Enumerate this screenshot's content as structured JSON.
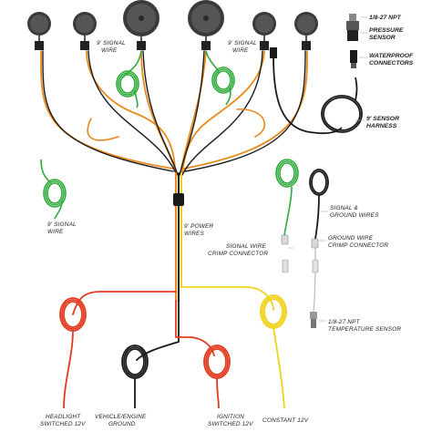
{
  "labels": {
    "signal_wire_left_top": [
      "9' SIGNAL",
      "WIRE"
    ],
    "signal_wire_right_top": [
      "9' SIGNAL",
      "WIRE"
    ],
    "signal_wire_left_mid": [
      "9' SIGNAL",
      "WIRE"
    ],
    "npt_top": "1/8-27 NPT",
    "pressure_sensor": [
      "PRESSURE",
      "SENSOR"
    ],
    "waterproof_connectors": [
      "WATERPROOF",
      "CONNECTORS"
    ],
    "sensor_harness": [
      "9' SENSOR",
      "HARNESS"
    ],
    "power_wires": [
      "9' POWER",
      "WIRES"
    ],
    "signal_ground_wires": [
      "SIGNAL &",
      "GROUND WIRES"
    ],
    "ground_crimp": [
      "GROUND WIRE",
      "CRIMP CONNECTOR"
    ],
    "signal_crimp": [
      "SIGNAL WIRE",
      "CRIMP CONNECTOR"
    ],
    "temp_sensor": [
      "1/8-27 NPT",
      "TEMPERATURE SENSOR"
    ],
    "headlight": [
      "HEADLIGHT",
      "SWITCHED 12V"
    ],
    "vehicle_ground": [
      "VEHICLE/ENGINE",
      "GROUND"
    ],
    "ignition": [
      "IGNITION",
      "SWITCHED 12V"
    ],
    "constant": "CONSTANT 12V"
  },
  "colors": {
    "orange_wire": "#e8891c",
    "black_wire": "#1a1a1a",
    "green_wire": "#2faa3c",
    "red_wire": "#e23a1e",
    "yellow_wire": "#f1d21a",
    "gauge_body": "#3a3a3a",
    "gauge_face": "#5a5a5a"
  },
  "icons": [
    "gauge-icon",
    "connector-icon",
    "pressure-sensor-icon",
    "temperature-sensor-icon",
    "crimp-connector-icon"
  ]
}
